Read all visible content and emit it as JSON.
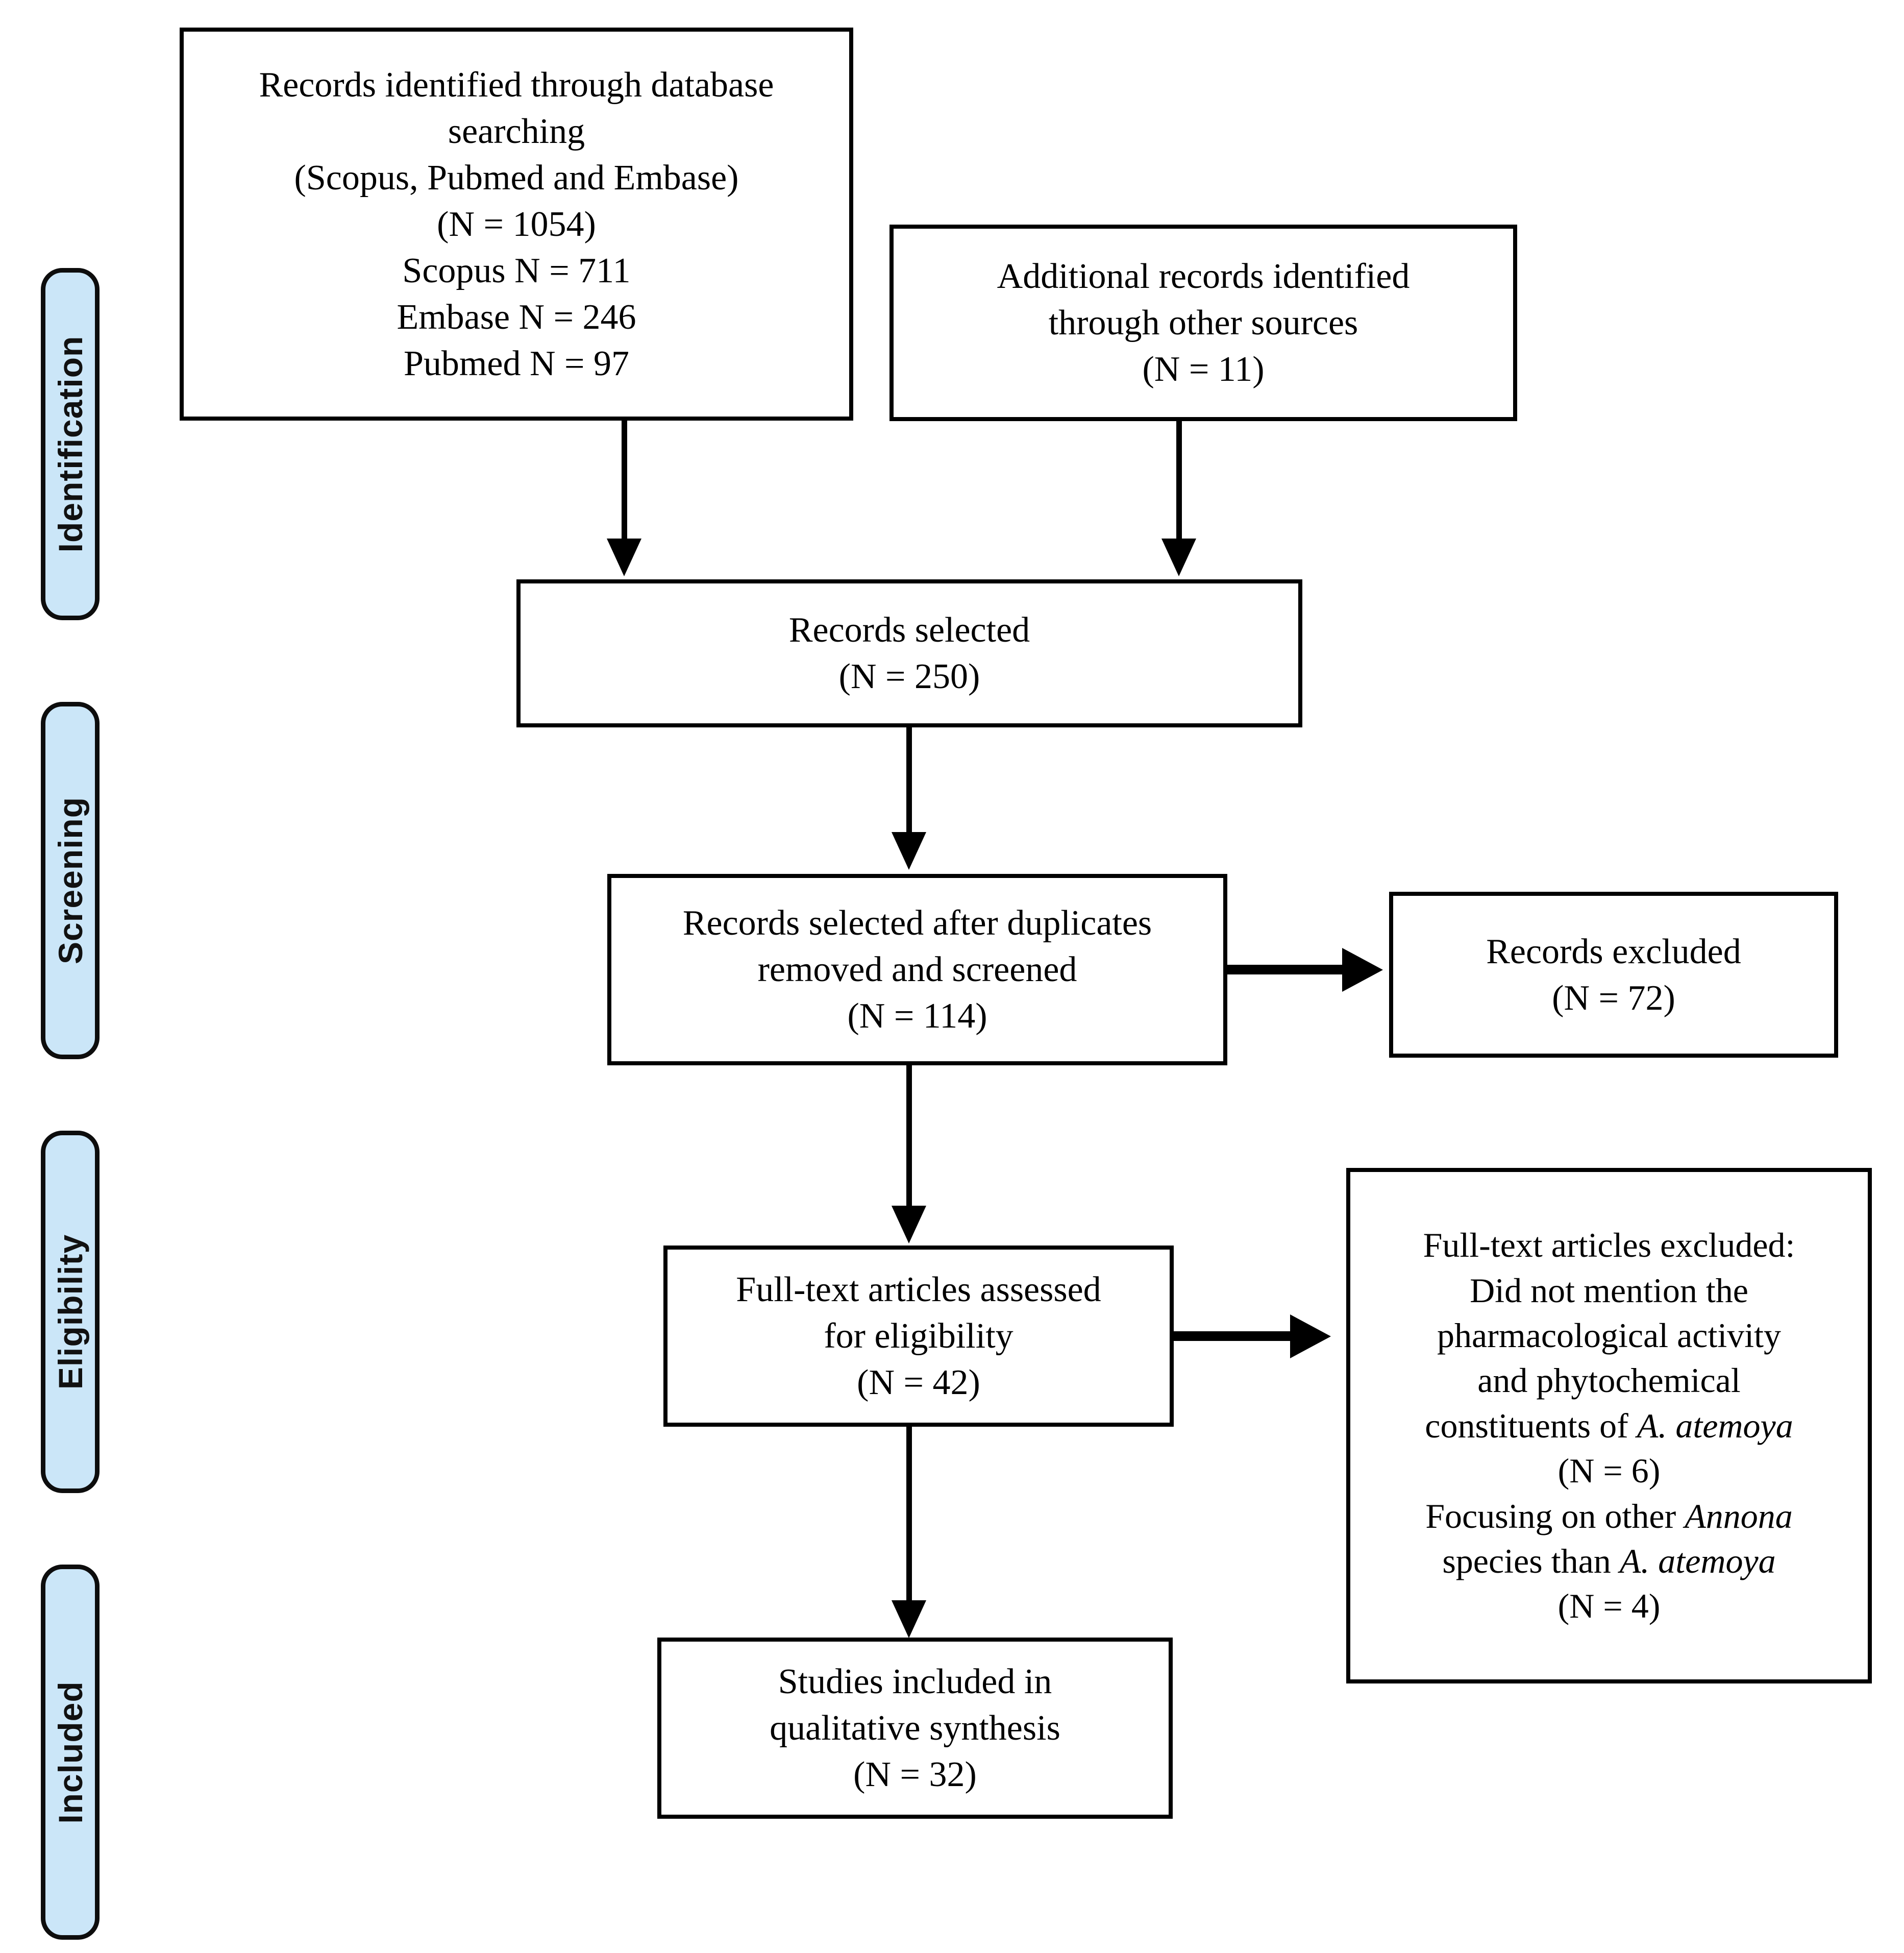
{
  "diagram": {
    "type": "prisma-flow-diagram",
    "stages": [
      {
        "label": "Identification"
      },
      {
        "label": "Screening"
      },
      {
        "label": "Eligibility"
      },
      {
        "label": "Included"
      }
    ],
    "boxes": {
      "database_search": "Records identified through database\nsearching\n(Scopus, Pubmed and Embase)\n(N = 1054)\nScopus N = 711\nEmbase N = 246\nPubmed N = 97",
      "other_sources": "Additional records identified\nthrough other sources\n(N = 11)",
      "records_selected": "Records selected\n(N = 250)",
      "records_after_duplicates": "Records selected after duplicates\nremoved and screened\n(N = 114)",
      "records_excluded": "Records excluded\n(N = 72)",
      "fulltext_assessed": "Full-text articles assessed\nfor eligibility\n(N = 42)",
      "studies_included": "Studies included in\nqualitative synthesis\n(N = 32)"
    },
    "fulltext_excluded": {
      "line1": "Full-text articles excluded:",
      "line2": "Did not mention the",
      "line3": "pharmacological activity",
      "line4": "and phytochemical",
      "line5_prefix": "constituents of ",
      "line5_italic": "A. atemoya",
      "line6": "(N = 6)",
      "line7_prefix": "Focusing on other ",
      "line7_italic": "Annona",
      "line8_prefix": "species than ",
      "line8_italic": "A. atemoya",
      "line9": "(N = 4)"
    },
    "counts": {
      "total_identified": 1054,
      "scopus": 711,
      "embase": 246,
      "pubmed": 97,
      "other_sources": 11,
      "records_selected": 250,
      "after_duplicates": 114,
      "records_excluded": 72,
      "fulltext_assessed": 42,
      "excluded_no_pharm_phyto": 6,
      "excluded_other_annona": 4,
      "studies_included": 32
    },
    "colors": {
      "stage_fill": "#cbe6f8",
      "stage_border": "#0d0d0d",
      "box_border": "#000000",
      "box_fill": "#ffffff",
      "text": "#000000"
    }
  }
}
